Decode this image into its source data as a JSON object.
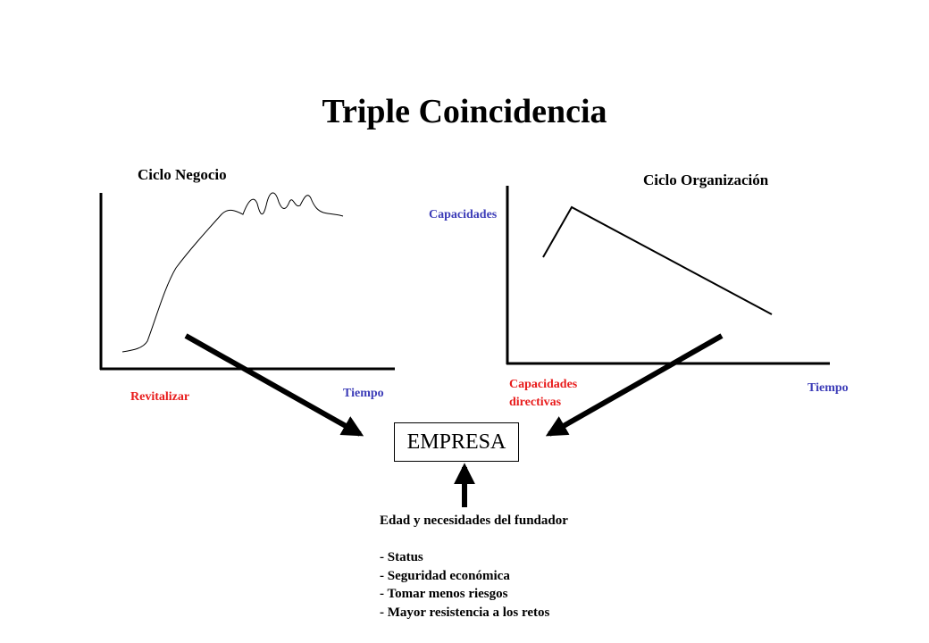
{
  "title": "Triple Coincidencia",
  "colors": {
    "text": "#000000",
    "red_label": "#e81c1c",
    "blue_label": "#3d3db8",
    "line": "#000000"
  },
  "business_cycle": {
    "title": "Ciclo Negocio",
    "x_label": "Tiempo",
    "bottom_left_label": "Revitalizar"
  },
  "organization_cycle": {
    "title": "Ciclo Organización",
    "y_label": "Capacidades",
    "x_label": "Tiempo",
    "bottom_left_label": "Capacidades directivas"
  },
  "center_box": {
    "label": "EMPRESA"
  },
  "founder": {
    "heading": "Edad y necesidades del fundador",
    "items": [
      "- Status",
      "- Seguridad económica",
      "- Tomar menos riesgos",
      "- Mayor resistencia a los retos"
    ]
  }
}
